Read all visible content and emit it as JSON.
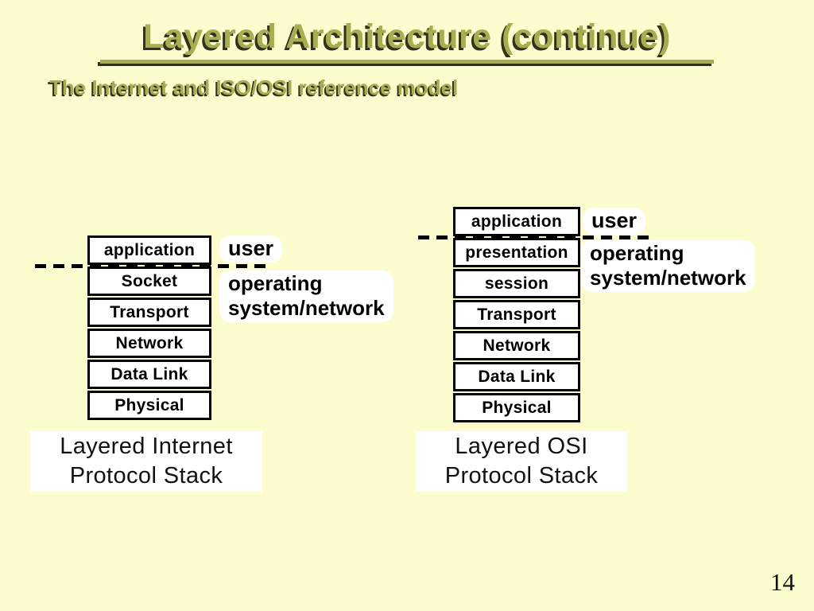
{
  "slide": {
    "title": "Layered Architecture (continue)",
    "subtitle": "The Internet and ISO/OSI reference model",
    "page_number": "14"
  },
  "colors": {
    "background": "#FCFCCE",
    "title_fill": "#A9AD52",
    "title_shadow": "#32321C",
    "box_fill": "#FFFFFF",
    "box_border": "#000000"
  },
  "internet_stack": {
    "layers": [
      "application",
      "Socket",
      "Transport",
      "Network",
      "Data Link",
      "Physical"
    ],
    "caption_line1": "Layered Internet",
    "caption_line2": "Protocol Stack"
  },
  "osi_stack": {
    "layers": [
      "application",
      "presentation",
      "session",
      "Transport",
      "Network",
      "Data Link",
      "Physical"
    ],
    "caption_line1": "Layered OSI",
    "caption_line2": "Protocol Stack"
  },
  "annotations": {
    "user_label": "user",
    "os_label_line1": "operating",
    "os_label_line2": "system/network"
  }
}
